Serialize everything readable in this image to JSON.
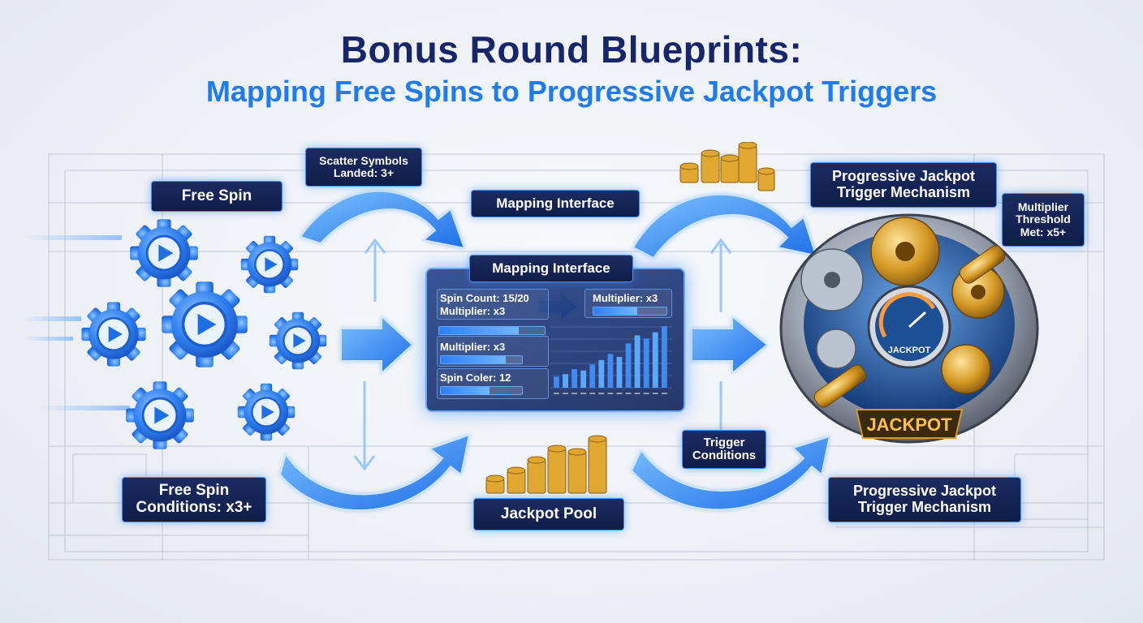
{
  "title": "Bonus Round Blueprints:",
  "subtitle": "Mapping Free Spins to Progressive Jackpot Triggers",
  "labels": {
    "free_spin": "Free Spin",
    "scatter_line1": "Scatter Symbols",
    "scatter_line2": "Landed: 3+",
    "mapping_top": "Mapping Interface",
    "mapping_panel": "Mapping Interface",
    "free_spin_cond_line1": "Free Spin",
    "free_spin_cond_line2": "Conditions: x3+",
    "jackpot_pool": "Jackpot Pool",
    "trigger_line1": "Trigger",
    "trigger_line2": "Conditions",
    "pjtm_top_line1": "Progressive Jackpot",
    "pjtm_top_line2": "Trigger Mechanism",
    "pjtm_bottom_line1": "Progressive Jackpot",
    "pjtm_bottom_line2": "Trigger Mechanism",
    "mult_line1": "Multiplier",
    "mult_line2": "Threshold",
    "mult_line3": "Met: x5+",
    "gauge": "JACKPOT",
    "banner": "JACKPOT"
  },
  "panel": {
    "spin_count": "Spin Count: 15/20",
    "multiplier_a": "Multiplier: x3",
    "multiplier_right": "Multiplier: x3",
    "multiplier_b": "Multiplier: x3",
    "spin_coler": "Spin Coler: 12",
    "progress": {
      "spin_count": 0.75,
      "multiplier_right": 0.6,
      "multiplier_b": 0.8,
      "spin_coler": 0.6
    },
    "bars": [
      0.18,
      0.22,
      0.3,
      0.28,
      0.38,
      0.45,
      0.55,
      0.5,
      0.72,
      0.85,
      0.8,
      0.9,
      1.0
    ]
  },
  "colors": {
    "accent": "#1e7bf0",
    "navy": "#17256b",
    "gold": "#e0a830",
    "glow": "#4d8ff0"
  }
}
